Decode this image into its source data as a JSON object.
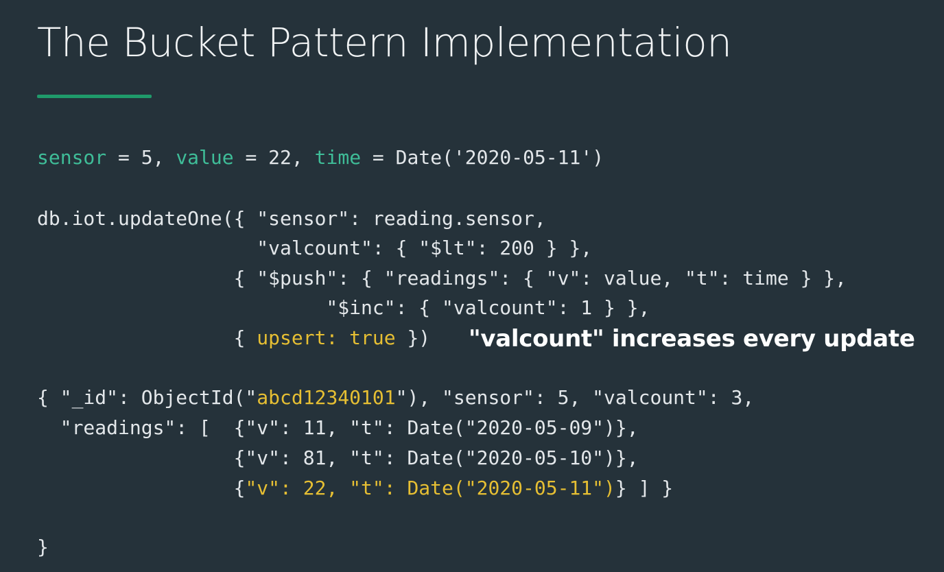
{
  "slide": {
    "title": "The Bucket Pattern Implementation",
    "accent_color": "#1f9a6a",
    "background_color": "#25323a"
  },
  "code": {
    "line1": {
      "sensor_kw": "sensor",
      "sensor_rest": " = 5, ",
      "value_kw": "value",
      "value_rest": " = 22, ",
      "time_kw": "time",
      "time_rest": " = Date('2020-05-11')"
    },
    "update_lines": [
      "db.iot.updateOne({ \"sensor\": reading.sensor,",
      "                   \"valcount\": { \"$lt\": 200 } },",
      "                 { \"$push\": { \"readings\": { \"v\": value, \"t\": time } },",
      "                         \"$inc\": { \"valcount\": 1 } },"
    ],
    "upsert_line": {
      "prefix": "                 { ",
      "highlight": "upsert: true",
      "suffix": " })"
    },
    "doc_line1": {
      "prefix": "{ \"_id\": ObjectId(\"",
      "id_value": "abcd12340101",
      "suffix": "\"), \"sensor\": 5, \"valcount\": 3,"
    },
    "doc_lines": [
      "  \"readings\": [  {\"v\": 11, \"t\": Date(\"2020-05-09\")},",
      "                 {\"v\": 81, \"t\": Date(\"2020-05-10\")},"
    ],
    "doc_last": {
      "prefix": "                 {",
      "highlight": "\"v\": 22, \"t\": Date(\"2020-05-11\")",
      "suffix": "} ] }"
    },
    "closing": "}"
  },
  "caption": "\"valcount\" increases every update",
  "colors": {
    "keyword_green": "#3fbd98",
    "highlight_yellow": "#e6bf33",
    "text": "#e3e7ea"
  }
}
